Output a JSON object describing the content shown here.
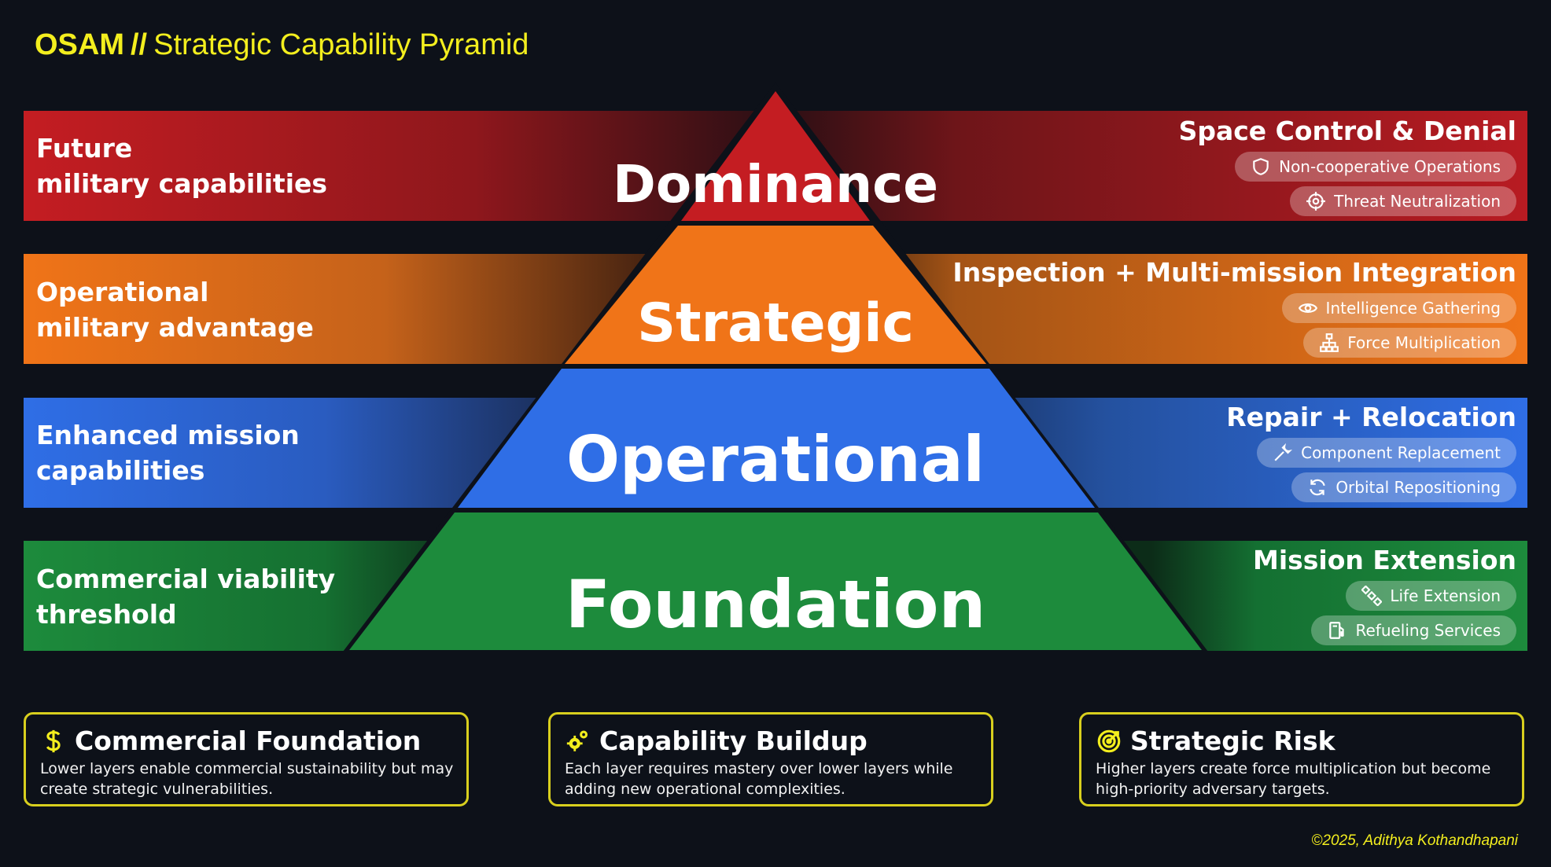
{
  "header": {
    "brand": "OSAM",
    "separator": "//",
    "title": "Strategic Capability Pyramid"
  },
  "colors": {
    "accent": "#f3ee1e",
    "red": "#c41d22",
    "orange": "#f07418",
    "blue": "#2f6ee6",
    "green": "#1d8b3c"
  },
  "tiers": [
    {
      "name": "Dominance",
      "left_line1": "Future",
      "left_line2": "military capabilities",
      "right_title": "Space Control & Denial",
      "pills": [
        {
          "label": "Non-cooperative Operations",
          "icon": "shield-icon"
        },
        {
          "label": "Threat Neutralization",
          "icon": "crosshair-icon"
        }
      ]
    },
    {
      "name": "Strategic",
      "left_line1": "Operational",
      "left_line2": "military advantage",
      "right_title": "Inspection + Multi-mission Integration",
      "pills": [
        {
          "label": "Intelligence Gathering",
          "icon": "eye-icon"
        },
        {
          "label": "Force Multiplication",
          "icon": "network-icon"
        }
      ]
    },
    {
      "name": "Operational",
      "left_line1": "Enhanced mission",
      "left_line2": "capabilities",
      "right_title": "Repair + Relocation",
      "pills": [
        {
          "label": "Component Replacement",
          "icon": "wrench-icon"
        },
        {
          "label": "Orbital Repositioning",
          "icon": "rotate-icon"
        }
      ]
    },
    {
      "name": "Foundation",
      "left_line1": "Commercial viability",
      "left_line2": "threshold",
      "right_title": "Mission Extension",
      "pills": [
        {
          "label": "Life Extension",
          "icon": "satellite-icon"
        },
        {
          "label": "Refueling Services",
          "icon": "fuel-icon"
        }
      ]
    }
  ],
  "cards": [
    {
      "title": "Commercial Foundation",
      "icon": "dollar-icon",
      "text": "Lower layers enable commercial sustainability but may create strategic vulnerabilities."
    },
    {
      "title": "Capability Buildup",
      "icon": "gears-icon",
      "text": "Each layer requires mastery over lower layers while adding new operational complexities."
    },
    {
      "title": "Strategic Risk",
      "icon": "target-icon",
      "text": "Higher layers create force multiplication but become high-priority adversary targets."
    }
  ],
  "footer": "©2025, Adithya Kothandhapani"
}
